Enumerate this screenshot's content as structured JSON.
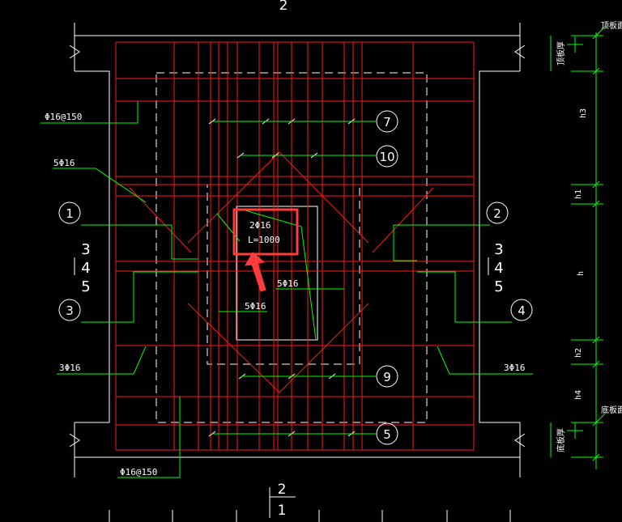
{
  "section_top_mark": "2",
  "section_bottom_mark_top": "2",
  "section_bottom_mark_bottom": "1",
  "rebar_labels": {
    "top_slab": "Φ16@150",
    "bottom_slab": "Φ16@150",
    "stirrup_left_top": "5Φ16",
    "stirrup_mid_right": "5Φ16",
    "stirrup_mid_left": "5Φ16",
    "corner_left": "3Φ16",
    "corner_right": "3Φ16",
    "highlight_line1": "2Φ16",
    "highlight_line2": "L=1000"
  },
  "callouts": [
    "7",
    "10",
    "1",
    "2",
    "3",
    "4",
    "9",
    "5"
  ],
  "side_numbers": {
    "left": [
      "3",
      "4",
      "5"
    ],
    "right": [
      "3",
      "4",
      "5"
    ]
  },
  "dimensions": [
    "h3",
    "h1",
    "h",
    "h2",
    "h4"
  ],
  "elevation_labels": {
    "top": "顶板面",
    "top_thickness": "顶板厚",
    "bottom": "底板面",
    "bottom_thickness": "底板厚"
  },
  "colors": {
    "background": "#000000",
    "concrete": "#ffffff",
    "rebar": "#ff0000",
    "leader": "#00ff00",
    "highlight": "#ff3b3b"
  }
}
